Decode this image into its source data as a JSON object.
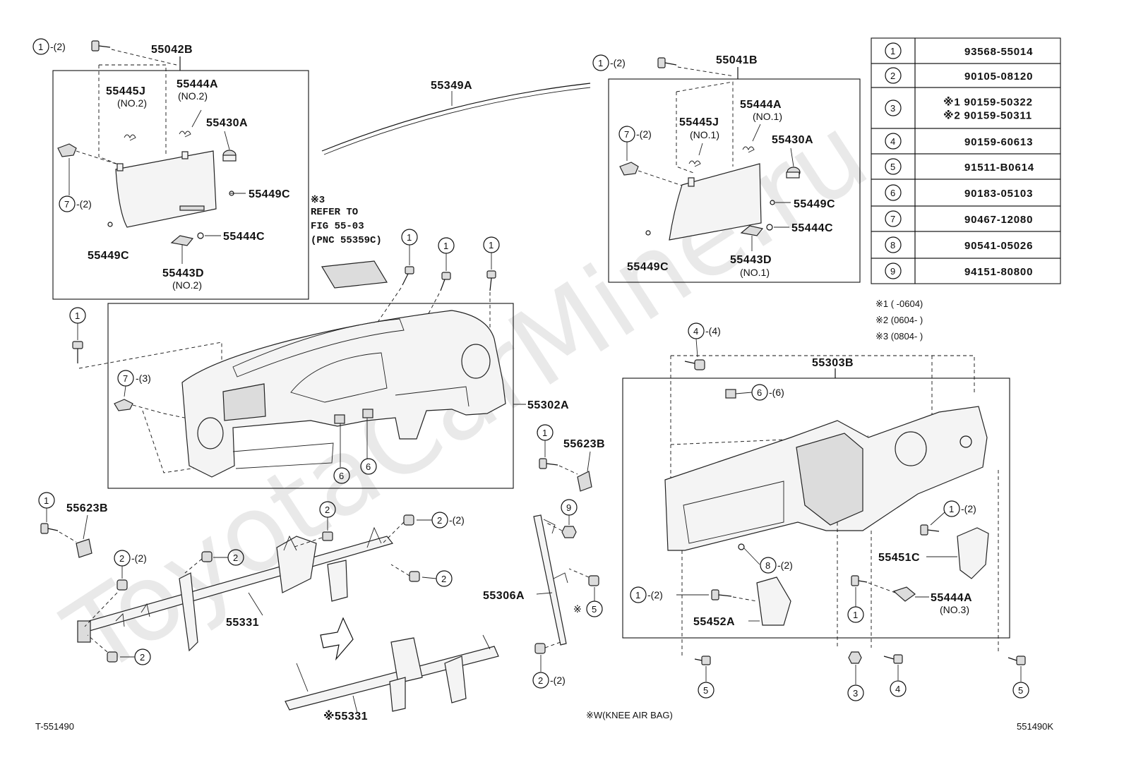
{
  "footer": {
    "diagram_code": "T-551490",
    "figure_code": "551490K",
    "knee_airbag_note": "※W(KNEE AIR BAG)"
  },
  "notes": {
    "note1": "※1 (     -0604)",
    "note2": "※2 (0604-     )",
    "note3": "※3 (0804-     )",
    "refer": [
      "※3",
      "REFER TO",
      "FIG 55-03",
      "(PNC 55359C)"
    ]
  },
  "parts_table": [
    {
      "ref": "1",
      "parts": [
        "93568-55014"
      ]
    },
    {
      "ref": "2",
      "parts": [
        "90105-08120"
      ]
    },
    {
      "ref": "3",
      "parts": [
        "※1 90159-50322",
        "※2 90159-50311"
      ]
    },
    {
      "ref": "4",
      "parts": [
        "90159-60613"
      ]
    },
    {
      "ref": "5",
      "parts": [
        "91511-B0614"
      ]
    },
    {
      "ref": "6",
      "parts": [
        "90183-05103"
      ]
    },
    {
      "ref": "7",
      "parts": [
        "90467-12080"
      ]
    },
    {
      "ref": "8",
      "parts": [
        "90541-05026"
      ]
    },
    {
      "ref": "9",
      "parts": [
        "94151-80800"
      ]
    }
  ],
  "labels": {
    "p55042B": "55042B",
    "p55041B": "55041B",
    "p55349A": "55349A",
    "p55445J_l": "55445J",
    "no2_a": "(NO.2)",
    "p55444A_l": "55444A",
    "no2_b": "(NO.2)",
    "p55430A_l": "55430A",
    "p55449C_l1": "55449C",
    "p55449C_l2": "55449C",
    "p55444C_l": "55444C",
    "p55443D_l": "55443D",
    "no2_c": "(NO.2)",
    "p55444A_r": "55444A",
    "no1_a": "(NO.1)",
    "p55445J_r": "55445J",
    "no1_b": "(NO.1)",
    "p55430A_r": "55430A",
    "p55449C_r1": "55449C",
    "p55449C_r2": "55449C",
    "p55444C_r": "55444C",
    "p55443D_r": "55443D",
    "no1_c": "(NO.1)",
    "p55302A": "55302A",
    "p55303B": "55303B",
    "p55623B_a": "55623B",
    "p55623B_b": "55623B",
    "p55331": "55331",
    "p55331_alt": "※55331",
    "p55306A": "55306A",
    "p55451C": "55451C",
    "p55452A": "55452A",
    "p55444A_3": "55444A",
    "no3": "(NO.3)",
    "qty2": "-(2)",
    "qty3": "-(3)",
    "qty4": "-(4)",
    "qty6": "-(6)",
    "note_mark": "※"
  }
}
